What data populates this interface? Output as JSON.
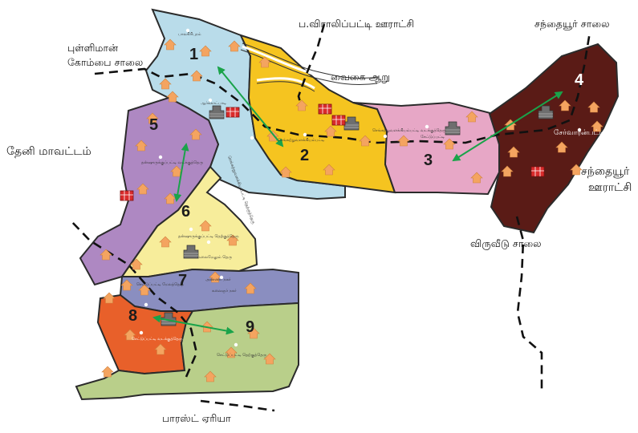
{
  "colors": {
    "zone1": "#b9dcea",
    "zone2": "#f5c420",
    "zone3": "#e7a7c6",
    "zone4": "#5a1b16",
    "zone5": "#ae88c2",
    "zone6": "#f7ed9b",
    "zone7": "#8a8ec0",
    "zone8": "#e8602a",
    "zone9": "#b9cf8a",
    "arrow": "#1aa34a",
    "house_icon": "#f4a460",
    "building_icon": "#d92b2b"
  },
  "zones": [
    {
      "number": "1",
      "place_label": "பாலகிரிபுரம்"
    },
    {
      "number": "2",
      "place_label": "செங்கற்றுவளக்கியம்பட்டி"
    },
    {
      "number": "3",
      "place_label": "சேட்டுப்பட்டி"
    },
    {
      "number": "4",
      "place_label": "சேர்வாரன்பட்டி"
    },
    {
      "number": "5",
      "place_label": "தன்ஷுருக்குப்பட்டி வடக்குத்தெரு"
    },
    {
      "number": "6",
      "place_label": "தன்ஷுருக்குப்பட்டி தெற்குத்தெரு"
    },
    {
      "number": "7",
      "place_label": "அண்ணா நகர்"
    },
    {
      "number": "8",
      "place_label": "செட்டுப்பட்டி வடக்குத்தெரு"
    },
    {
      "number": "9",
      "place_label": "செட்டுப்பட்டி தெற்குத்தெரு"
    }
  ],
  "small_labels": {
    "z1b": "ஆர்க்காட்பாடி",
    "z2b": "செங்கற்றுவளக்கியம்பட்டி தெற்குத்தெரு",
    "z3b": "செங்கற்றுவளக்கியம்பட்டி வடக்குத்தெரு",
    "z6b": "மலைமேலும் தெரு",
    "z7a": "செட்டுப்பட்டி மேலத்தெரு",
    "z7c": "கலைஞர் நகர்"
  },
  "external_labels": {
    "panchayat_top": "ப.விராலிப்பட்டி ஊராட்சி",
    "river": "வைகை ஆறு",
    "road_left_1": "புள்ளிமான்",
    "road_left_2": "கோம்பை சாலை",
    "district_left": "தேனி மாவட்டம்",
    "road_right_top": "சந்தையூர் சாலை",
    "panchayat_right_1": "சந்தையூர்",
    "panchayat_right_2": "ஊராட்சி",
    "road_bottom_right": "விருவீடு சாலை",
    "area_bottom": "பாரஸ்ட் ஏரியா"
  }
}
